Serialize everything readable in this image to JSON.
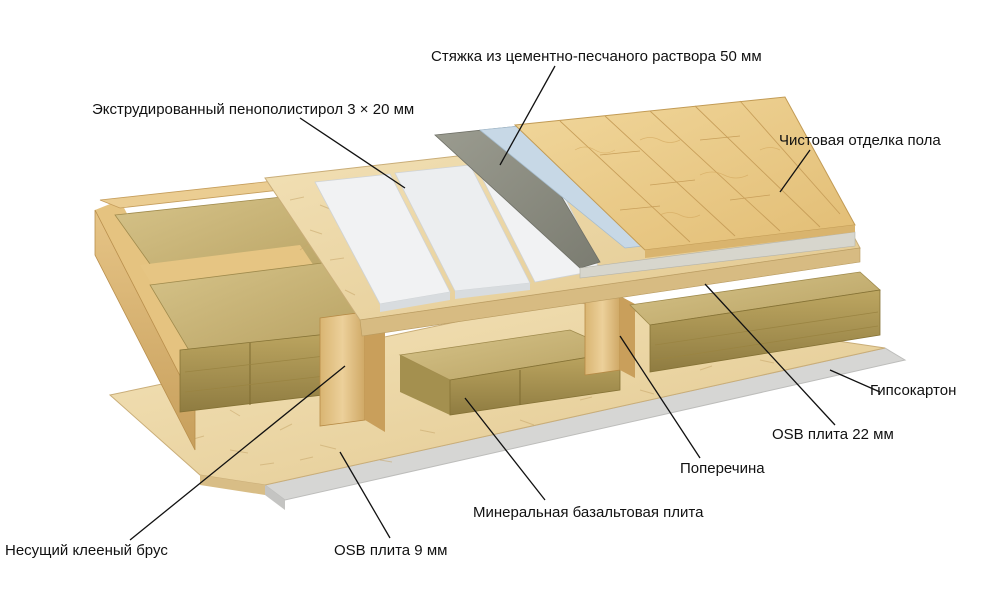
{
  "labels": {
    "screed": "Стяжка из цементно-песчаного раствора 50 мм",
    "xps": "Экструдированный пенополистирол 3 × 20 мм",
    "finish": "Чистовая отделка пола",
    "drywall": "Гипсокартон",
    "osb22": "OSB плита 22 мм",
    "crossbar": "Поперечина",
    "mineral": "Минеральная базальтовая плита",
    "beam": "Несущий клееный брус",
    "osb9": "OSB плита 9 мм"
  },
  "colors": {
    "wood": "#e8c98a",
    "wood_dark": "#c9a460",
    "osb": "#efdcae",
    "osb_dark": "#d4bb86",
    "wool": "#cbb77c",
    "wool_dark": "#a9944f",
    "xps": "#eef0f2",
    "screed": "#8e8f84",
    "membrane": "#c5d6e4",
    "parquet": "#edd08e",
    "drywall": "#d3d3d1"
  }
}
